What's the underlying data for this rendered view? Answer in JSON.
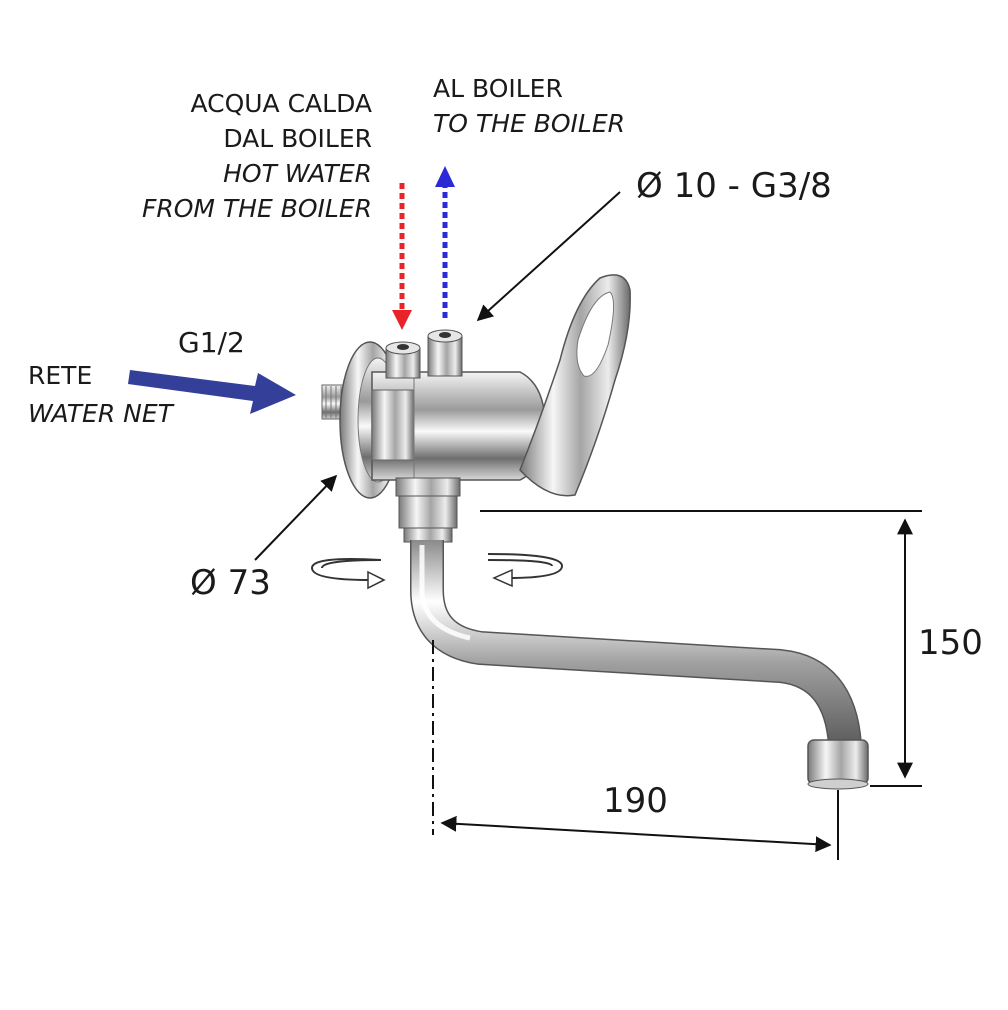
{
  "labels": {
    "hot_in_it": "ACQUA CALDA",
    "hot_in_it2": "DAL BOILER",
    "hot_in_en": "HOT WATER",
    "hot_in_en2": "FROM THE BOILER",
    "to_boiler_it": "AL BOILER",
    "to_boiler_en": "TO THE BOILER",
    "connector_size": "Ø 10 - G3/8",
    "inlet_thread": "G1/2",
    "net_it": "RETE",
    "net_en": "WATER NET",
    "flange_diameter": "Ø 73",
    "height_dim": "150",
    "reach_dim": "190"
  },
  "colors": {
    "hot_arrow": "#e8242a",
    "cold_arrow": "#2b2bd6",
    "net_arrow": "#343f9a",
    "line": "#111111"
  }
}
